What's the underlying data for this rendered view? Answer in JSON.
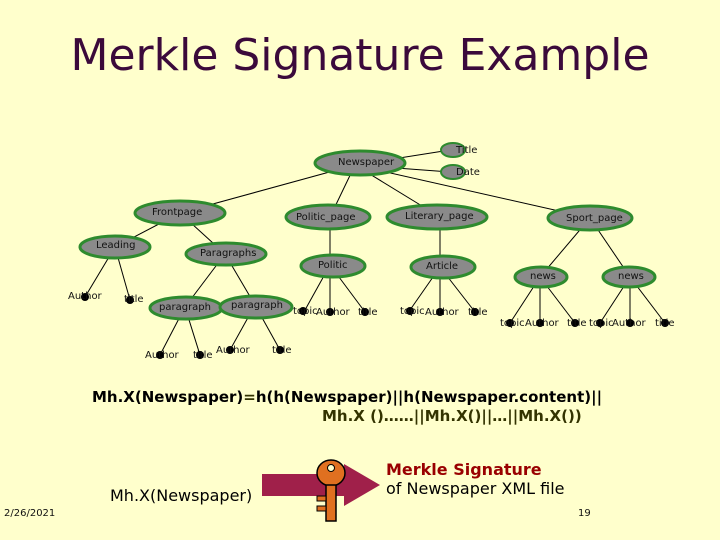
{
  "title": "Merkle Signature Example",
  "tree": {
    "newspaper": "Newspaper",
    "title_attr": "Title",
    "date_attr": "Date",
    "frontpage": "Frontpage",
    "politic_page": "Politic_page",
    "literary_page": "Literary_page",
    "sport_page": "Sport_page",
    "leading": "Leading",
    "paragraphs": "Paragraphs",
    "politic": "Politic",
    "article": "Article",
    "news1": "news",
    "news2": "news",
    "author_a": "Author",
    "title_a": "title",
    "paragraph1": "paragraph",
    "paragraph2": "paragraph",
    "topic_p": "topic",
    "author_p": "Author",
    "title_p": "title",
    "topic_l": "topic",
    "author_l": "Author",
    "title_l": "title",
    "topic_n1": "topic",
    "author_n1": "Author",
    "title_n1": "title",
    "topic_n2": "topic",
    "author_n2": "Author",
    "title_n2": "title",
    "author_par1": "Author",
    "title_par1": "title",
    "author_par2": "Author",
    "title_par2": "title"
  },
  "formula": {
    "line1_a": "Mh.X(Newspaper)",
    "line1_eq": "=",
    "line1_b": "h(h(Newspaper)||h(Newspaper.content)||",
    "line2": "Mh.X ()……||Mh.X()||…||Mh.X())"
  },
  "bottom": {
    "mhx": "Mh.X(Newspaper)",
    "merkle_line1": "Merkle Signature",
    "merkle_line2": "of Newspaper XML file",
    "date": "2/26/2021",
    "page_number": "19"
  },
  "colors": {
    "background": "#ffffcc",
    "node_fill": "#888888",
    "node_border": "#2e8b2e",
    "arrow": "#a0204a",
    "key": "#e07020"
  }
}
